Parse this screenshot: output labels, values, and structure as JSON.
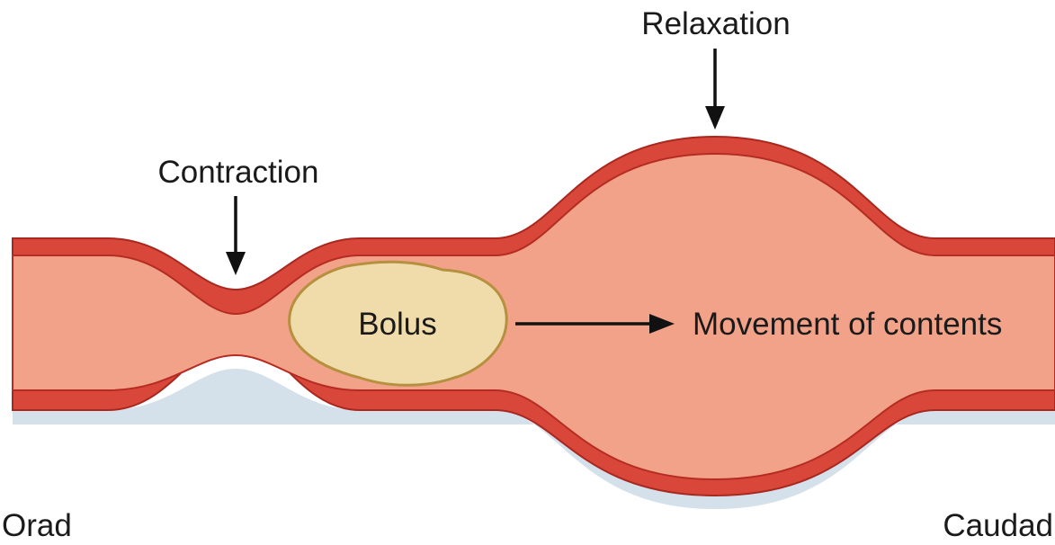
{
  "labels": {
    "relaxation": "Relaxation",
    "contraction": "Contraction",
    "bolus": "Bolus",
    "movement": "Movement of contents",
    "orad": "Orad",
    "caudad": "Caudad"
  },
  "colors": {
    "wall": "#d9473a",
    "wall_outline": "#b02a22",
    "lumen": "#f2a288",
    "bolus_fill": "#f0dcaa",
    "bolus_outline": "#b5903e",
    "shadow": "#cfdce6",
    "arrow": "#111111",
    "text": "#1a1a1a"
  }
}
